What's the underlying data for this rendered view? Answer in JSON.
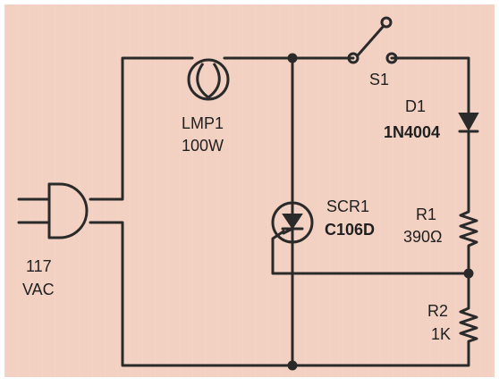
{
  "colors": {
    "background": "#f2d1c2",
    "ink": "#2a2a2a",
    "component_fill": "#ffffff"
  },
  "lamp": {
    "ref": "LMP1",
    "value": "100W"
  },
  "switch": {
    "ref": "S1"
  },
  "diode": {
    "ref": "D1",
    "value": "1N4004"
  },
  "scr": {
    "ref": "SCR1",
    "value": "C106D"
  },
  "r1": {
    "ref": "R1",
    "value": "390Ω"
  },
  "r2": {
    "ref": "R2",
    "value": "1K"
  },
  "plug": {
    "voltage": "117",
    "unit": "VAC"
  }
}
